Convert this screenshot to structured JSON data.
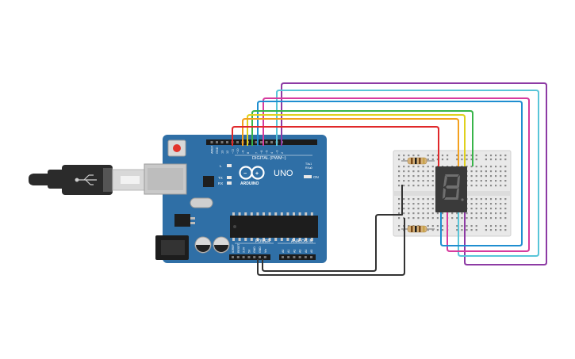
{
  "board": {
    "brand": "ARDUINO",
    "model": "UNO",
    "digital_header": "DIGITAL (PWM~)",
    "power_header": "POWER",
    "analog_header": "ANALOG IN",
    "on_label": "ON",
    "l_label": "L",
    "tx_label": "TX",
    "rx_label": "RX",
    "txrx_labels": [
      "TX▸1",
      "RX◂0"
    ],
    "digital_pins": [
      "AREF",
      "GND",
      "13",
      "12",
      "~11",
      "~10",
      "~9",
      "8",
      "7",
      "~6",
      "~5",
      "4",
      "~3",
      "2"
    ],
    "power_pins": [
      "IOREF",
      "RESET",
      "3.3V",
      "5V",
      "GND",
      "GND",
      "Vin"
    ],
    "analog_pins": [
      "A0",
      "A1",
      "A2",
      "A3",
      "A4",
      "A5"
    ]
  },
  "display": {
    "digit": "8"
  },
  "colors": {
    "board": "#2f6fa6",
    "usb": "#2b2b2b",
    "breadboard": "#e9e9e9",
    "display": "#3a3a3a",
    "segment": "#6f6f6f",
    "wire_red": "#e0282a",
    "wire_orange": "#f4a11e",
    "wire_yellow": "#dfd11d",
    "wire_green": "#38b449",
    "wire_blue": "#1f8ed0",
    "wire_cyan": "#58c5d8",
    "wire_magenta": "#d63b9e",
    "wire_purple": "#8d3aa4",
    "wire_black": "#333333"
  }
}
